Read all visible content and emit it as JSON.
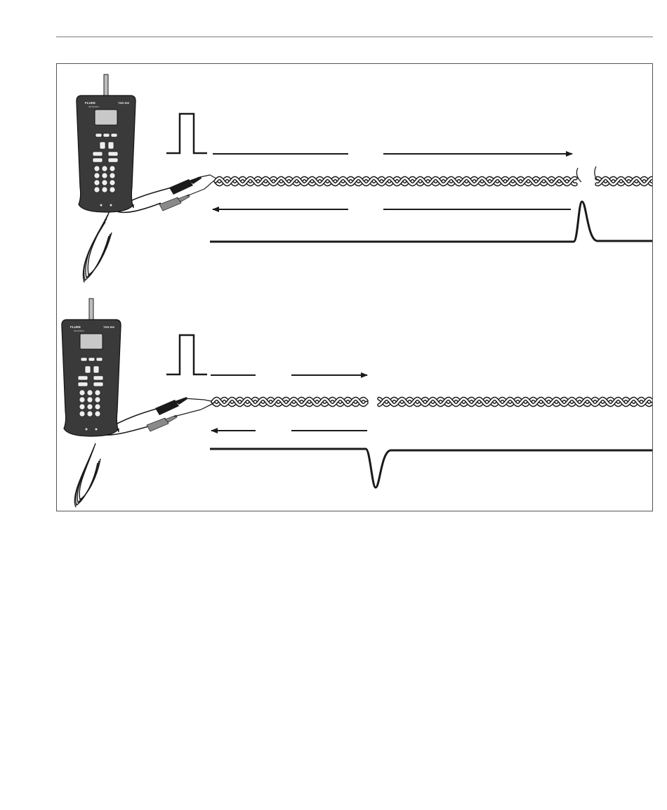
{
  "figure": {
    "panels": [
      {
        "id": "open-fault",
        "fault": "open",
        "reflection_polarity": "positive"
      },
      {
        "id": "short-fault",
        "fault": "short",
        "reflection_polarity": "negative"
      }
    ]
  },
  "tester": {
    "brand": "FLUKE",
    "model": "TDR 500",
    "brand_sub": "NETWORKS"
  },
  "colors": {
    "line": "#1a1a1a",
    "lead_red": "#1a1a1a",
    "lead_black": "#8a8a8a",
    "device_body": "#3a3a3a",
    "screen": "#c8c8c8"
  }
}
